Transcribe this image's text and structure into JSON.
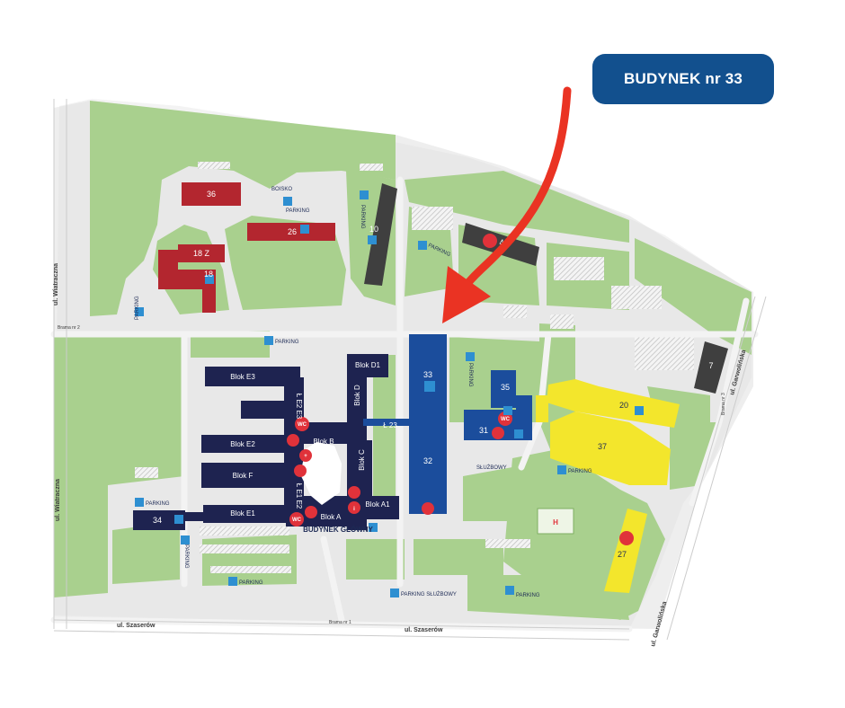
{
  "badge": {
    "label": "BUDYNEK nr 33"
  },
  "colors": {
    "grass": "#a9d08e",
    "path": "#f3f3f3",
    "navy": "#1e2350",
    "blue": "#1b4d9c",
    "red": "#b3262f",
    "yellow": "#f3e62c",
    "grey": "#3f3f3f",
    "arrow": "#ea3323",
    "badge": "#12508e"
  },
  "streets": {
    "wiatraczna_top": "ul. Wiatraczna",
    "wiatraczna_bottom": "ul. Wiatraczna",
    "szaserow_left": "ul. Szaserów",
    "szaserow_right": "ul. Szaserów",
    "garwolinska_top": "ul. Garwolińska",
    "garwolinska_bottom": "ul. Garwolińska"
  },
  "gates": {
    "gate1": "Brama nr 1",
    "gate2": "Brama nr 2",
    "gate3": "Brama nr 3"
  },
  "blocks": {
    "e3": "Blok E3",
    "e2": "Blok E2",
    "f": "Blok F",
    "e1": "Blok E1",
    "d1": "Blok D1",
    "d": "Blok D",
    "b": "Blok B",
    "c": "Blok C",
    "a": "Blok A",
    "a1": "Blok A1",
    "e2e3": "Ł E2 E3",
    "e1e2": "Ł E1 E2",
    "main": "BUDYNEK GŁÓWNY"
  },
  "buildings": {
    "b36": "36",
    "b26": "26",
    "b18z": "18 Z",
    "b18": "18",
    "b10": "10",
    "b4": "4",
    "b33": "33",
    "b32": "32",
    "b35": "35",
    "b31": "31",
    "b20": "20",
    "b37": "37",
    "b27": "27",
    "b7": "7",
    "b34": "34"
  },
  "link": {
    "l23": "Ł 23"
  },
  "labels": {
    "boisko": "BOISKO",
    "parking": "PARKING",
    "parking_sluzbowy": "PARKING SŁUŻBOWY",
    "sluzbowy": "SŁUŻBOWY",
    "heli": "H",
    "wc": "WC"
  }
}
